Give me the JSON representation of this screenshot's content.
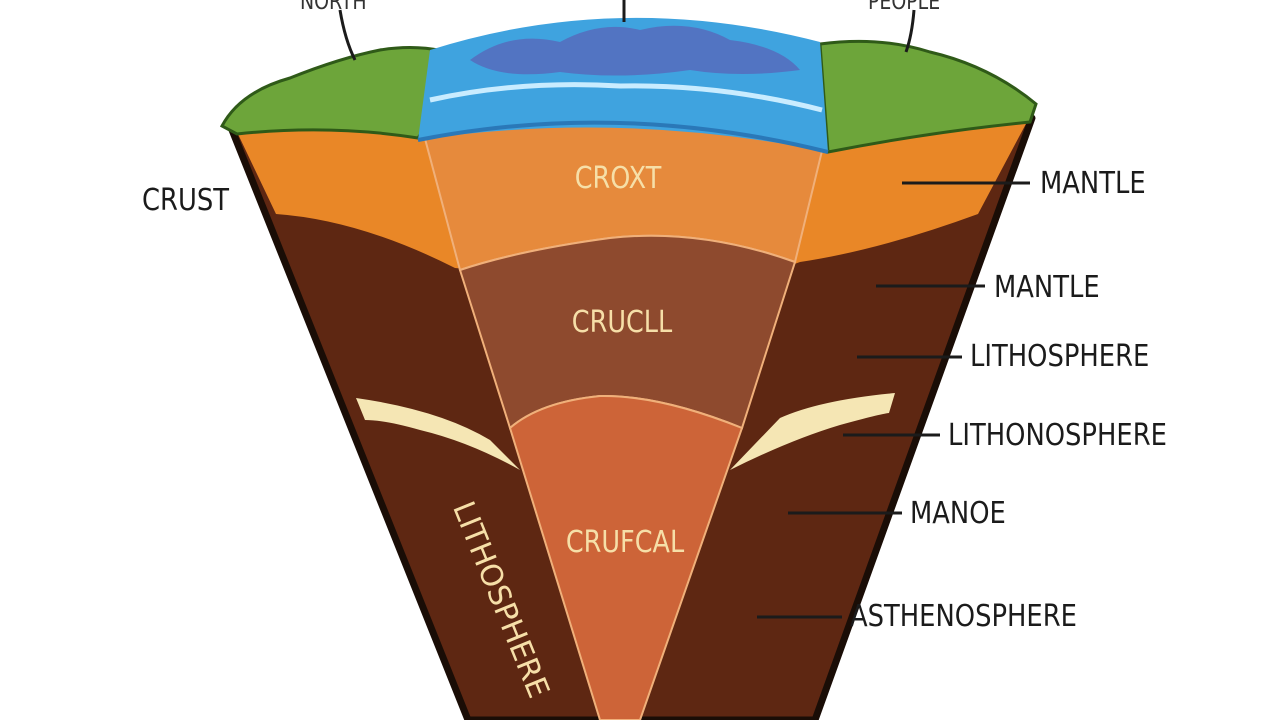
{
  "top_labels": [
    "NORTH",
    "PEOPLE"
  ],
  "left_labels": [
    "CRUST"
  ],
  "right_labels": [
    "MANTLE",
    "MANTLE",
    "LITHOSPHERE",
    "LITHONOSPHERE",
    "MANOE",
    "ASTHENOSPHERE"
  ],
  "inner_labels": [
    "CROXT",
    "CRUCLL",
    "CRUFCAL"
  ],
  "side_label": "LITHOSPHERE",
  "colors": {
    "grass": "#6da53a",
    "water": "#3fa3df",
    "crust_orange": "#e98727",
    "mantle_brown": "#5e2712",
    "light_band": "#f5e6b4",
    "inner_wedge_top": "#e68a3c",
    "inner_wedge_mid": "#8e4a2e",
    "inner_wedge_bottom": "#cd6438"
  }
}
